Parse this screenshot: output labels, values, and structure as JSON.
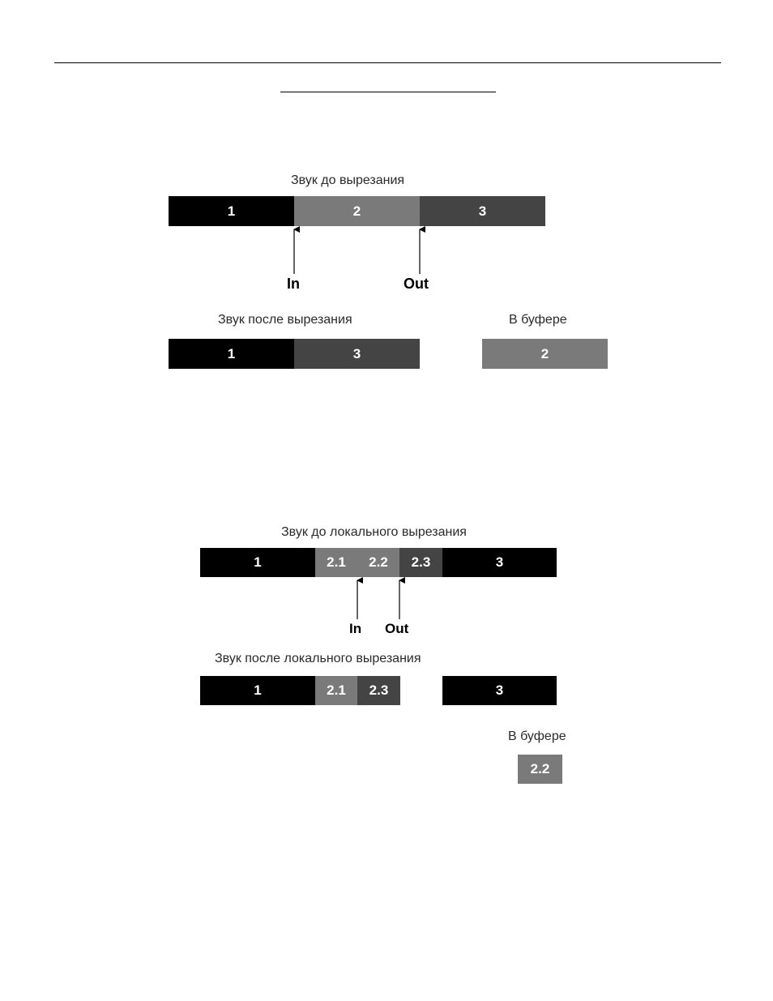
{
  "diagram1": {
    "label_before": "Звук до вырезания",
    "label_after": "Звук после вырезания",
    "label_buffer": "В буфере",
    "before": [
      "1",
      "2",
      "3"
    ],
    "after": [
      "1",
      "3"
    ],
    "buffer": [
      "2"
    ],
    "marker_in": "In",
    "marker_out": "Out"
  },
  "diagram2": {
    "label_before": "Звук до локального вырезания",
    "label_after": "Звук после локального вырезания",
    "label_buffer": "В буфере",
    "before": [
      "1",
      "2.1",
      "2.2",
      "2.3",
      "3"
    ],
    "after": [
      "1",
      "2.1",
      "2.3",
      "3"
    ],
    "buffer": [
      "2.2"
    ],
    "marker_in": "In",
    "marker_out": "Out"
  },
  "colors": {
    "segment_black": "#000000",
    "segment_gray": "#7a7a7a",
    "segment_dark": "#444444"
  }
}
